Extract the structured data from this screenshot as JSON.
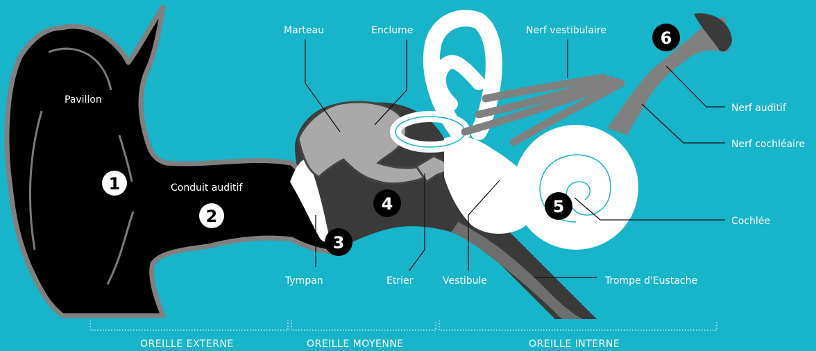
{
  "labels": {
    "pavillon": "Pavillon",
    "conduit": "Conduit auditif",
    "tympan": "Tympan",
    "marteau": "Marteau",
    "enclume": "Enclume",
    "etrier": "Etrier",
    "vestibule": "Vestibule",
    "nerf_vestibulaire": "Nerf vestibulaire",
    "nerf_auditif": "Nerf auditif",
    "nerf_cochleaire": "Nerf cochléaire",
    "cochlee": "Cochlée",
    "trompe": "Trompe d'Eustache"
  },
  "markers": [
    "1",
    "2",
    "3",
    "4",
    "5",
    "6"
  ],
  "sections": {
    "externe": "OREILLE EXTERNE",
    "moyenne": "OREILLE MOYENNE",
    "interne": "OREILLE INTERNE"
  },
  "colors": {
    "background": "#18b4c9",
    "outer_ear": "#000000",
    "middle_ear": "#3a3a3a",
    "ossicles": "#a9a9a9",
    "bone_outline": "#7d7d7d",
    "inner_ear": "#ffffff",
    "nerves": "#808080"
  }
}
